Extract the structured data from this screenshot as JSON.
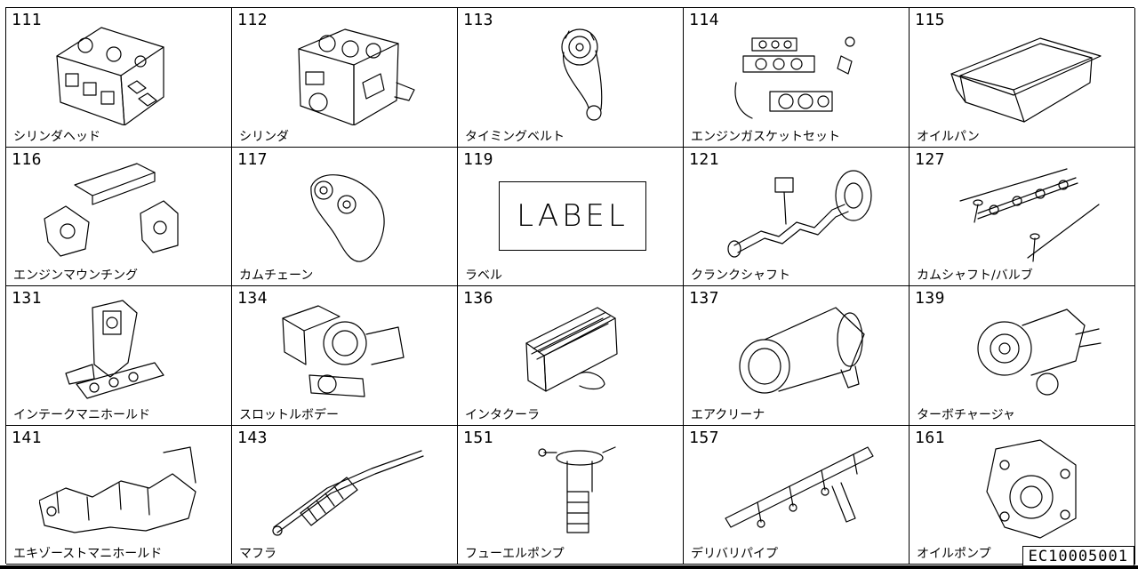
{
  "page_code": "EC10005001",
  "parts": [
    {
      "code": "111",
      "name": "シリンダヘッド",
      "icon": "cylinder-head-icon"
    },
    {
      "code": "112",
      "name": "シリンダ",
      "icon": "cylinder-block-icon"
    },
    {
      "code": "113",
      "name": "タイミングベルト",
      "icon": "timing-belt-icon"
    },
    {
      "code": "114",
      "name": "エンジンガスケットセット",
      "icon": "gasket-set-icon"
    },
    {
      "code": "115",
      "name": "オイルパン",
      "icon": "oil-pan-icon"
    },
    {
      "code": "116",
      "name": "エンジンマウンチング",
      "icon": "engine-mount-icon"
    },
    {
      "code": "117",
      "name": "カムチェーン",
      "icon": "cam-chain-icon"
    },
    {
      "code": "119",
      "name": "ラベル",
      "icon": "label-icon",
      "label_text": "LABEL"
    },
    {
      "code": "121",
      "name": "クランクシャフト",
      "icon": "crankshaft-icon"
    },
    {
      "code": "127",
      "name": "カムシャフト/バルブ",
      "icon": "camshaft-valve-icon"
    },
    {
      "code": "131",
      "name": "インテークマニホールド",
      "icon": "intake-manifold-icon"
    },
    {
      "code": "134",
      "name": "スロットルボデー",
      "icon": "throttle-body-icon"
    },
    {
      "code": "136",
      "name": "インタクーラ",
      "icon": "intercooler-icon"
    },
    {
      "code": "137",
      "name": "エアクリーナ",
      "icon": "air-cleaner-icon"
    },
    {
      "code": "139",
      "name": "ターボチャージャ",
      "icon": "turbocharger-icon"
    },
    {
      "code": "141",
      "name": "エキゾーストマニホールド",
      "icon": "exhaust-manifold-icon"
    },
    {
      "code": "143",
      "name": "マフラ",
      "icon": "muffler-icon"
    },
    {
      "code": "151",
      "name": "フューエルポンプ",
      "icon": "fuel-pump-icon"
    },
    {
      "code": "157",
      "name": "デリバリパイプ",
      "icon": "delivery-pipe-icon"
    },
    {
      "code": "161",
      "name": "オイルポンプ",
      "icon": "oil-pump-icon"
    }
  ]
}
